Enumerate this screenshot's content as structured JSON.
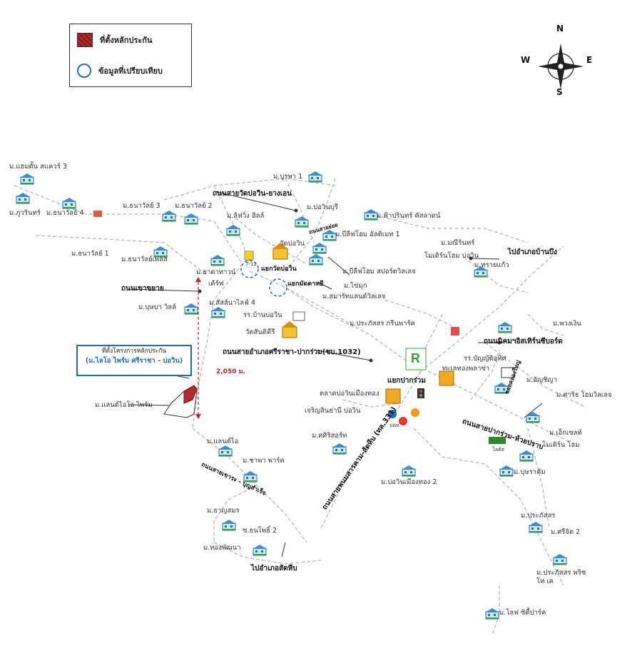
{
  "legend": {
    "project_site": "ที่ตั้งหลักประกัน",
    "comparable": "ข้อมูลที่เปรียบเทียบ"
  },
  "compass": {
    "n": "N",
    "s": "S",
    "e": "E",
    "w": "W"
  },
  "project_box": {
    "line1": "ที่ตั้งโครงการหลักประกัน",
    "line2": "(ม.ไลโอ ไพร์ม ศรีราชา - บ่อวิน)"
  },
  "distance": "2,050 ม.",
  "roads": {
    "wat_bowin_yangen": "ถนนสายวัดบ่อวิน-ยางเอน",
    "khao_khayai": "ถนนเขาขยาย",
    "amphoe_udom": "ถนนสายอำเภอศรีราชา-ปากร่วม(ชบ.1032)",
    "nikhom_eastern": "ถนนนิคมฯอิสเทิร์นซีบอร์ด",
    "pakruam_huaiprab": "ถนนสายปากร่วม-ห้วยปราบ",
    "phanom_sarakham": "ถนนสายพนมสารคาม-สัตหีบ (ทล.331)",
    "nongkham_bueng": "ถนนสายเขาระ - บุญสำเร็จ",
    "to_ban_bueng": "ไปอำเภอบ้านบึง",
    "to_sattahip": "ไปอำเภอสัตหีบ",
    "khlong_yai": "ซอยคลองใหญ่",
    "sub_road": "ถนนสายย่อย"
  },
  "junctions": {
    "wat_bowin": "แยกวัดบ่อวิน",
    "mai_nai": "แยกมัดตาหยี",
    "pak_ruam": "แยกปากร่วม"
  },
  "landmarks": {
    "wat_bowin": "วัดบ่อวิน",
    "school": "รร.บ้านบ่อวิน",
    "wat_kiri": "วัดสันติคีรี",
    "market": "ตลาดบ่อวินเมืองทอง",
    "jaroen": "เจริญสินธานี บ่อวิน",
    "supermarket": "ทะเลทองพลาซ่า",
    "school2": "รร.บัญญัติอุทิศ",
    "lotus": "โลตัส",
    "seven": "7-11",
    "ptt": "ปตท."
  },
  "places": [
    "ม.แฮมตั้น สแควร์ 3",
    "ม.ภูวรินทร์",
    "ม.ธนาวัลย์ 4",
    "ม.ธนาวัลย์ 3",
    "ม.ธนาวัลย์ 2",
    "ม.ธนาวัลย์ 1",
    "ม.ธนาวัลย์เพลส",
    "ม.บูรพา 1",
    "ม.ลิฟวิ่ง ฮิลล์",
    "ม.บ่อวินบุรี",
    "ม.ฟ้าปรินทร์ คัสลาดน์",
    "ม.บีลีฟโฮม อัลติเมท 1",
    "ม.ธาดาทาวน์",
    "ม.บีลีฟโฮม สปอร์ตวิลเลจ",
    "ม.ไข่มุก",
    "ม.สมาร์ทแลนด์วิลเลจ",
    "เค้ร์ฟ",
    "ม.สัสส์นาไลฟ์ 4",
    "ม.บุษบา วิลล์",
    "ม.มณีรินทร์",
    "โมเดิร์นโฮม บ่อวิน",
    "ม.ทรายแก้ว",
    "ม.ประภัสสร กรีนพาร์ค",
    "ม.พวงเงิน",
    "ม.แลนด์ไอโอ ไพร์ม",
    "ม.อัญชิญา",
    "ม.ศาริธ โฮมวิลเลจ",
    "ม.เอ็กเซลท์",
    "ม.แลนด์ไอ",
    "ม.ชาพา พาร์ค",
    "ม.ศศิริสอร์ท",
    "ม.บ่อวินเมืองทอง 2",
    "โมเดิร์น โฮม",
    "ม.บุษราคัม",
    "ม.ธาญสมร",
    "ม.ประภัสสร",
    "ม.ศรีจิต 2",
    "ซ.ธนโพธิ์ 2",
    "ม.ทองพัฒนา",
    "ม.ประภัสสร พริชโท เค",
    "ม.โลฟ ซิตี้ปาร์ค"
  ],
  "colors": {
    "project": "#b52a2a",
    "comparable": "#1f6fb5",
    "road": "#b8b8b8",
    "dashed": "#c0262d"
  }
}
